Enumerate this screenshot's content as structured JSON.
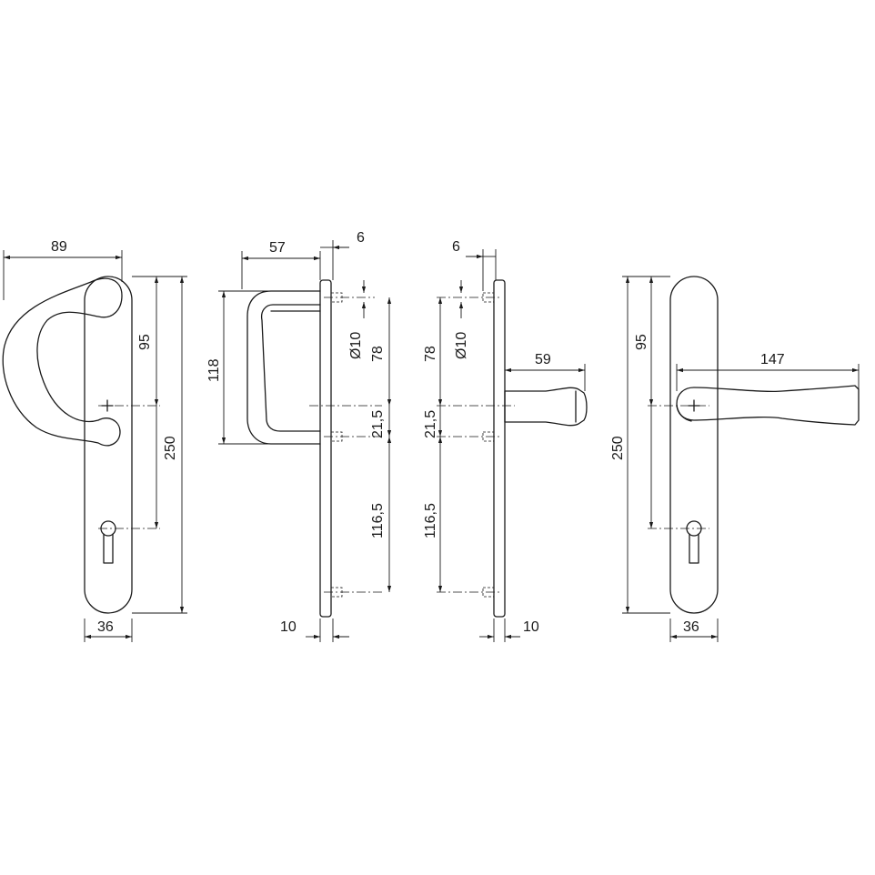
{
  "dimensions": {
    "a": "89",
    "b": "95",
    "c": "250",
    "d": "36",
    "e": "57",
    "f": "6",
    "g": "118",
    "h": "Ø10",
    "i": "78",
    "j": "21,5",
    "k": "116,5",
    "l": "10",
    "m": "59",
    "n": "147"
  }
}
